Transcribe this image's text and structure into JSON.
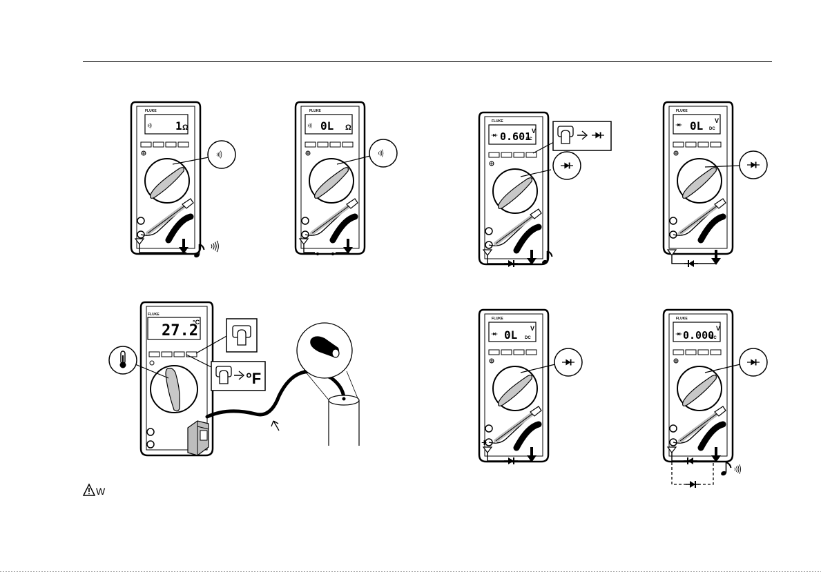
{
  "meters": {
    "cont_closed": {
      "brand": "FLUKE",
      "reading": "1",
      "unit": "Ω"
    },
    "cont_open": {
      "brand": "FLUKE",
      "reading": "0L",
      "unit": "Ω"
    },
    "temp": {
      "brand": "FLUKE",
      "reading": "27.2",
      "unit": "°C"
    },
    "diode_fwd": {
      "brand": "FLUKE",
      "reading": "0.601",
      "unit": "DC",
      "unit_sup": "V"
    },
    "diode_rev": {
      "brand": "FLUKE",
      "reading": "0L",
      "unit": "DC",
      "unit_sup": "V"
    },
    "diode_open": {
      "brand": "FLUKE",
      "reading": "0L",
      "unit": "DC",
      "unit_sup": "V"
    },
    "diode_short": {
      "brand": "FLUKE",
      "reading": "0.000",
      "unit": "DC",
      "unit_sup": "V"
    }
  },
  "callouts": {
    "fahrenheit": "°F",
    "plus_sign": "+"
  },
  "warning": {
    "text": "W"
  },
  "icons": [
    "continuity-icon",
    "diode-icon",
    "thermometer-icon",
    "button-icon",
    "arrow-right-icon",
    "music-note-icon",
    "warning-triangle-icon"
  ],
  "colors": {
    "ink": "#000000",
    "lead_grey": "#bdbdbd",
    "selector_grey": "#c8c8c8"
  }
}
